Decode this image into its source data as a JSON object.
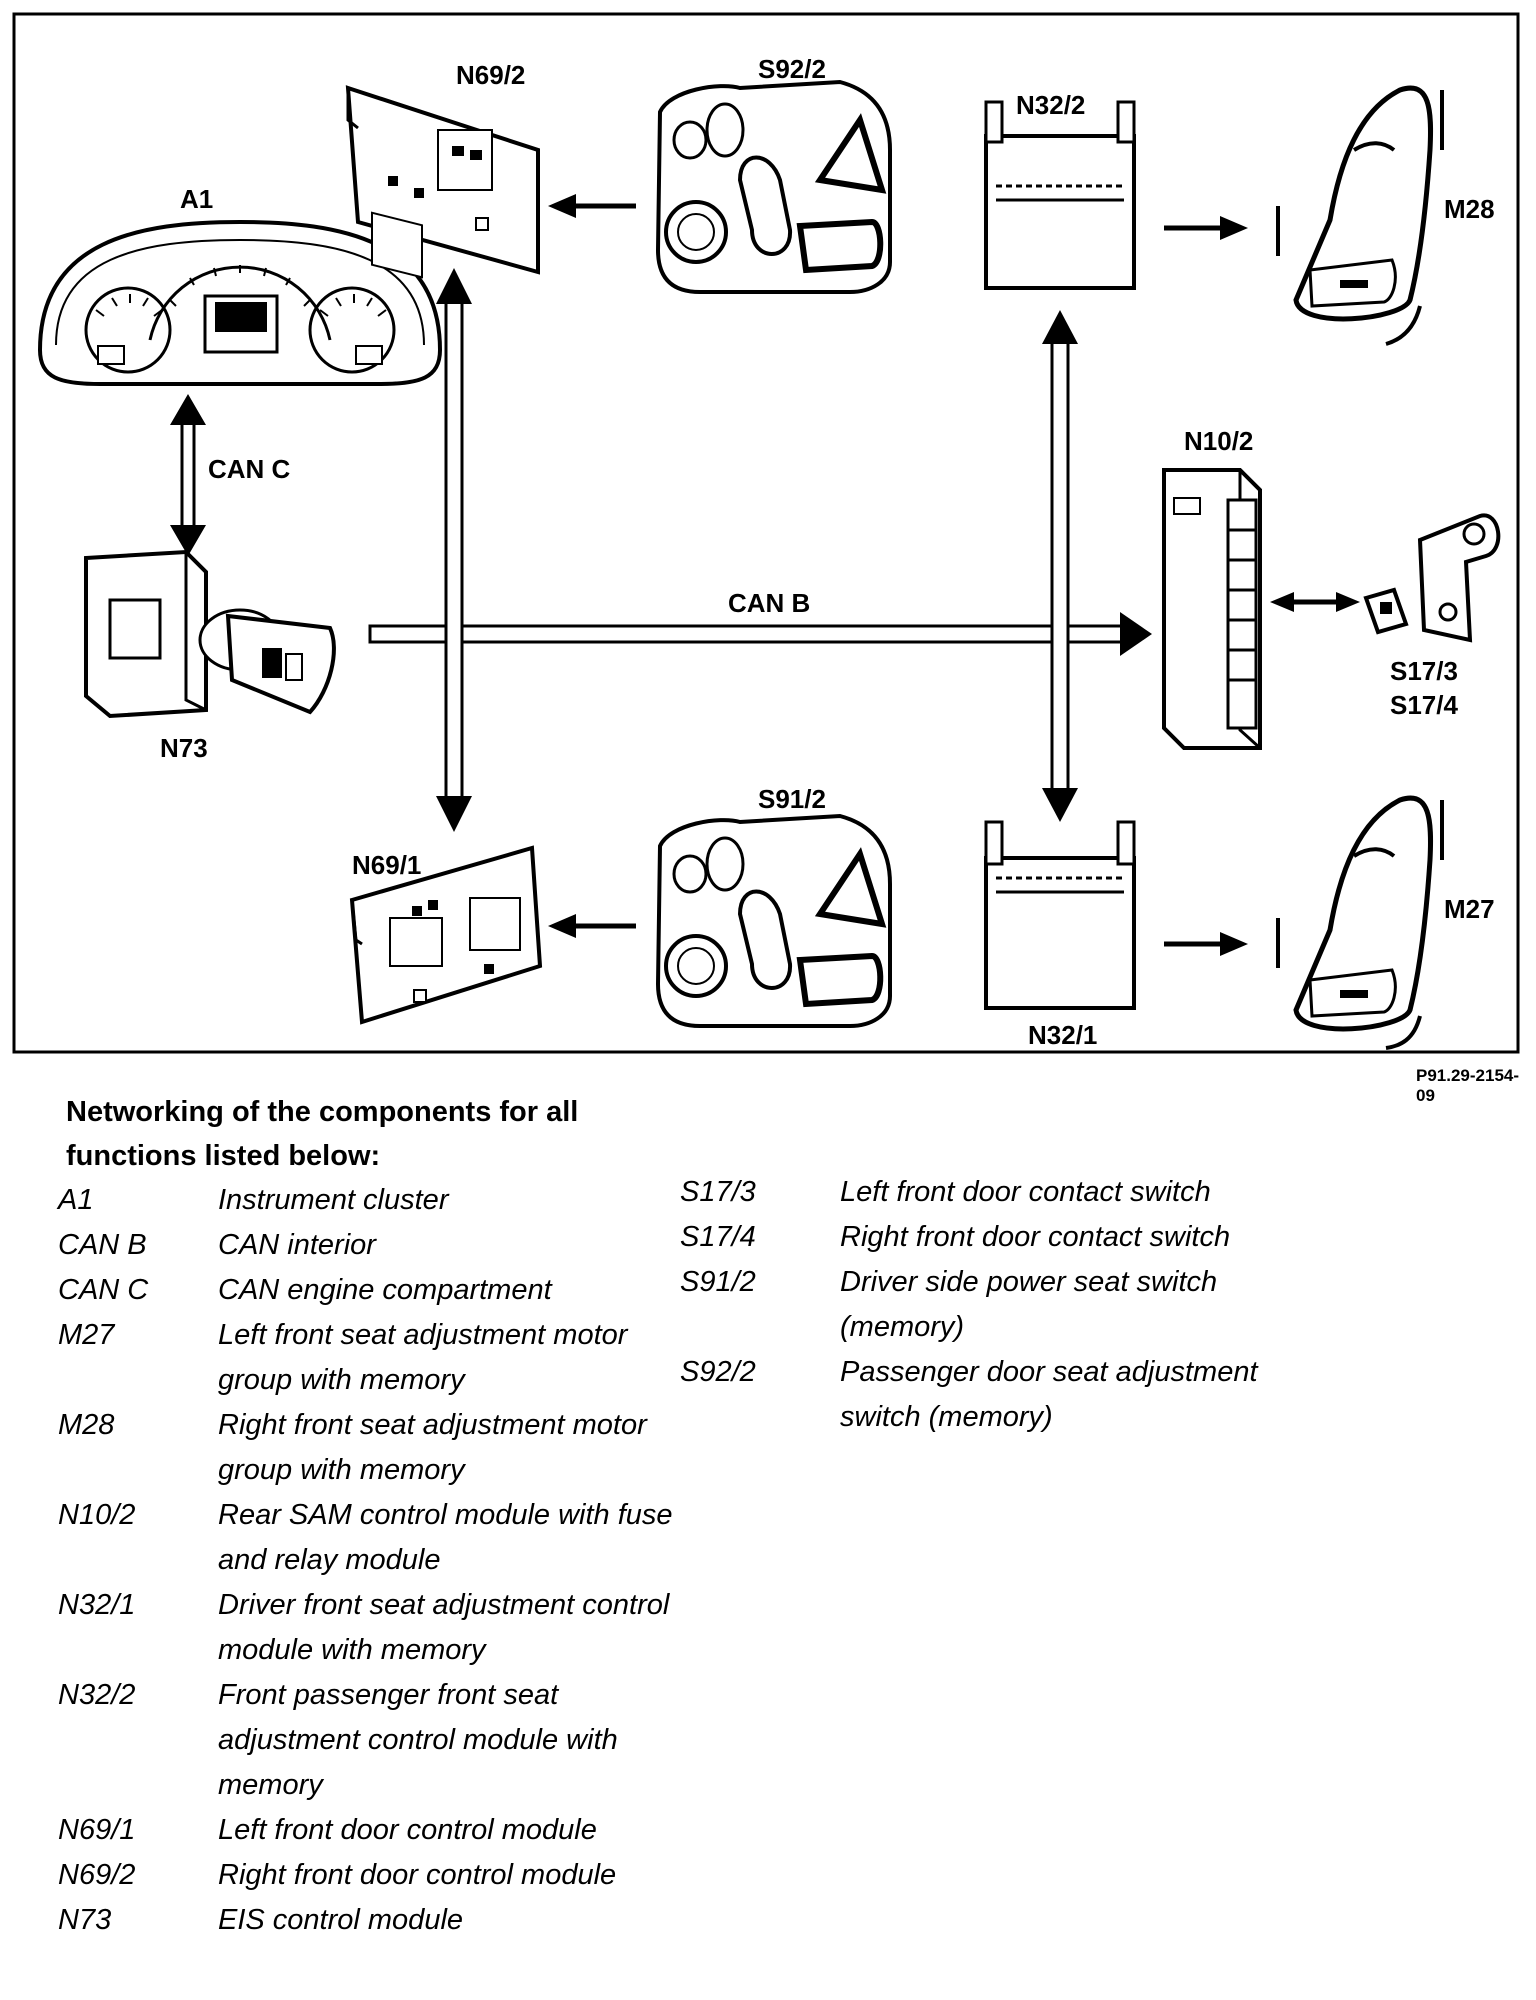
{
  "figure_code": "P91.29-2154-09",
  "components": {
    "a1": "A1",
    "n73": "N73",
    "n69_2": "N69/2",
    "n69_1": "N69/1",
    "s92_2": "S92/2",
    "s91_2": "S91/2",
    "n32_2": "N32/2",
    "n32_1": "N32/1",
    "m28": "M28",
    "m27": "M27",
    "n10_2": "N10/2",
    "s17_3": "S17/3",
    "s17_4": "S17/4"
  },
  "bus_labels": {
    "can_c": "CAN C",
    "can_b": "CAN B"
  },
  "legend": {
    "title": "Networking of the components for all functions listed below:",
    "left": [
      {
        "code": "A1",
        "desc": "Instrument cluster"
      },
      {
        "code": "CAN B",
        "desc": "CAN interior"
      },
      {
        "code": "CAN C",
        "desc": "CAN engine compartment"
      },
      {
        "code": "M27",
        "desc": "Left front seat adjustment motor group with memory"
      },
      {
        "code": "M28",
        "desc": "Right front seat adjustment motor group with memory"
      },
      {
        "code": "N10/2",
        "desc": "Rear SAM control module with fuse and relay module"
      },
      {
        "code": "N32/1",
        "desc": "Driver front seat adjustment control module with memory"
      },
      {
        "code": "N32/2",
        "desc": "Front passenger front seat adjustment control module with memory"
      },
      {
        "code": "N69/1",
        "desc": "Left front door control module"
      },
      {
        "code": "N69/2",
        "desc": "Right front door control module"
      },
      {
        "code": "N73",
        "desc": "EIS control module"
      }
    ],
    "right": [
      {
        "code": "S17/3",
        "desc": "Left front door contact switch"
      },
      {
        "code": "S17/4",
        "desc": "Right front door contact switch"
      },
      {
        "code": "S91/2",
        "desc": "Driver side power seat switch (memory)"
      },
      {
        "code": "S92/2",
        "desc": "Passenger door seat adjustment switch (memory)"
      }
    ]
  }
}
